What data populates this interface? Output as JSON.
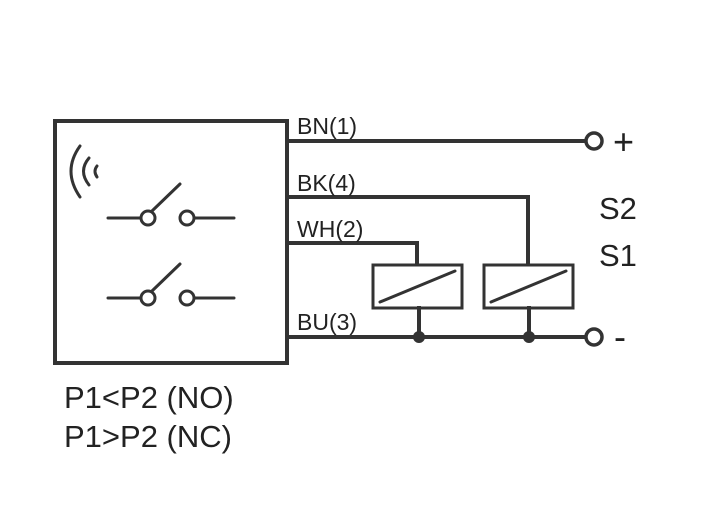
{
  "wires": {
    "brown": "BN(1)",
    "black": "BK(4)",
    "white": "WH(2)",
    "blue": "BU(3)"
  },
  "terminals": {
    "positive": "+",
    "negative": "-"
  },
  "outputs": {
    "s2": "S2",
    "s1": "S1"
  },
  "conditions": {
    "no": "P1<P2 (NO)",
    "nc": "P1>P2 (NC)"
  },
  "colors": {
    "line": "#333333",
    "background": "#ffffff"
  }
}
